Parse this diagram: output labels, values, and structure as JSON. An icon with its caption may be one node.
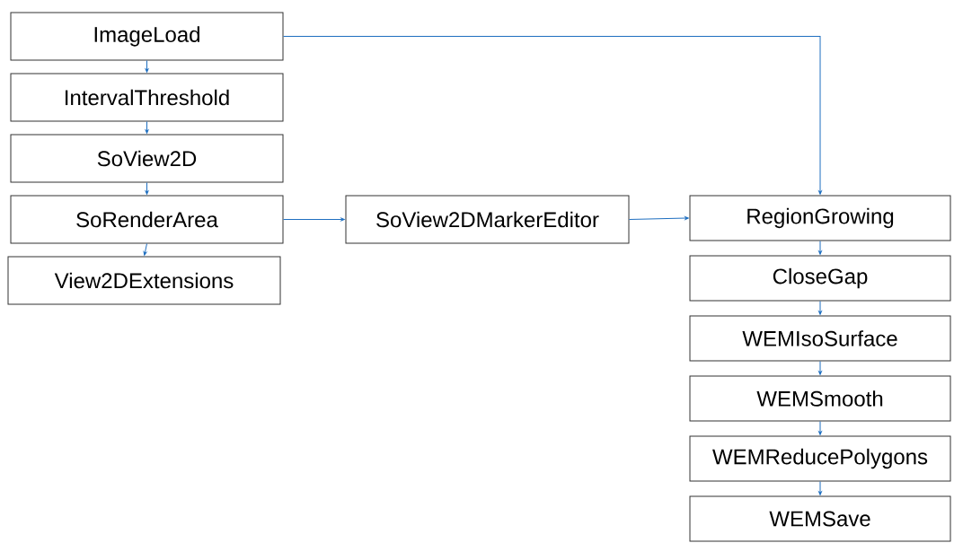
{
  "diagram": {
    "nodes": [
      {
        "text": [
          "ImageLoad"
        ]
      },
      {
        "text": [
          "IntervalThreshold"
        ]
      },
      {
        "text": [
          "SoView2D"
        ]
      },
      {
        "text": [
          "SoRenderArea"
        ]
      },
      {
        "text": [
          "View2DExtensions"
        ]
      },
      {
        "text": [
          "SoView2DMarkerEditor"
        ]
      },
      {
        "text": [
          "RegionGrowing"
        ]
      },
      {
        "text": [
          "CloseGap"
        ]
      },
      {
        "text": [
          "WEMIsoSurface"
        ]
      },
      {
        "text": [
          "WEMSmooth"
        ]
      },
      {
        "text": [
          "WEMReducePolygons"
        ]
      },
      {
        "text": [
          "WEMSave"
        ]
      }
    ],
    "edges": [
      {
        "from": 0,
        "to": 1,
        "arrow": "to"
      },
      {
        "from": 1,
        "to": 2,
        "arrow": "to"
      },
      {
        "from": 2,
        "to": 3,
        "arrow": "to"
      },
      {
        "from": 3,
        "to": 4,
        "arrow": "to"
      },
      {
        "from": 0,
        "to": 6,
        "arrow": "to"
      },
      {
        "from": 3,
        "to": 5,
        "arrow": "to"
      },
      {
        "from": 5,
        "to": 6,
        "arrow": "to"
      },
      {
        "from": 6,
        "to": 7,
        "arrow": "to"
      },
      {
        "from": 7,
        "to": 8,
        "arrow": "to"
      },
      {
        "from": 8,
        "to": 9,
        "arrow": "to"
      },
      {
        "from": 9,
        "to": 10,
        "arrow": "to"
      },
      {
        "from": 10,
        "to": 11,
        "arrow": "to"
      }
    ]
  }
}
